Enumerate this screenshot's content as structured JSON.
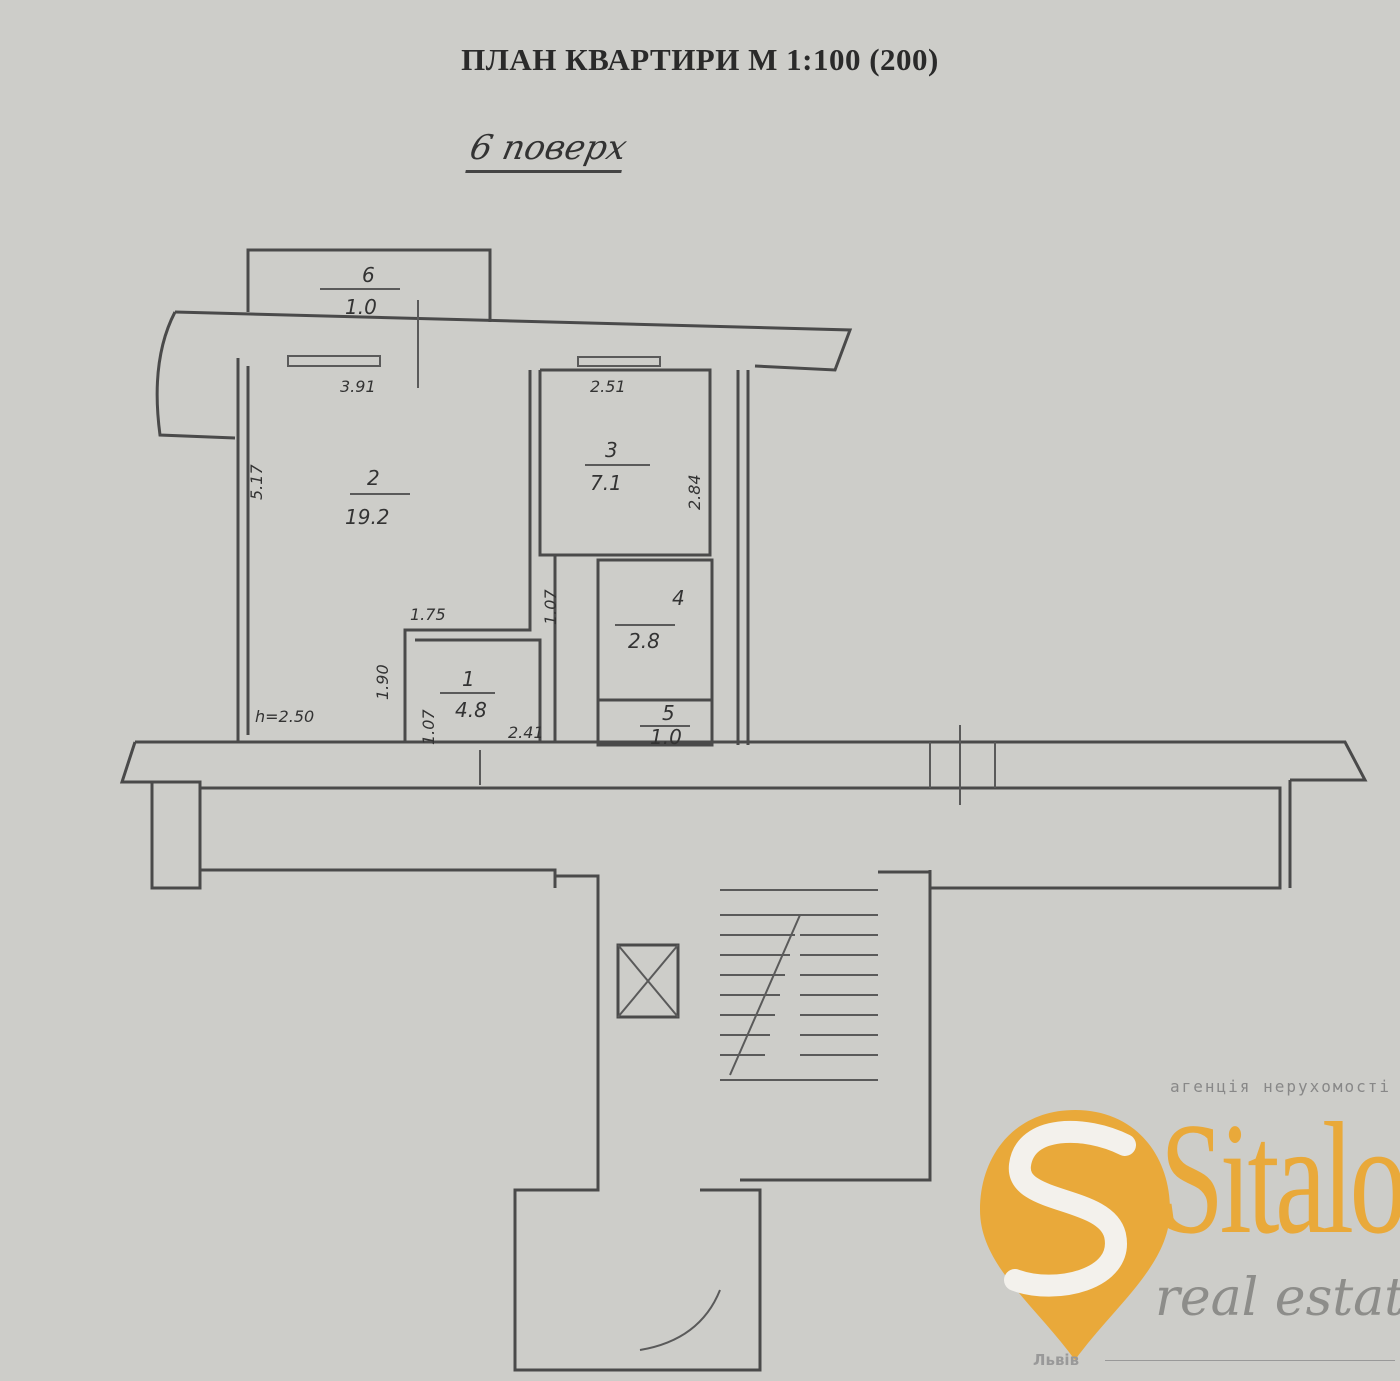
{
  "header": {
    "title": "ПЛАН КВАРТИРИ М 1:100 (200)",
    "floor_note": "6 поверх"
  },
  "rooms": [
    {
      "number": "1",
      "area": "4.8"
    },
    {
      "number": "2",
      "area": "19.2"
    },
    {
      "number": "3",
      "area": "7.1"
    },
    {
      "number": "4",
      "area": "2.8"
    },
    {
      "number": "5",
      "area": "1.0"
    },
    {
      "number": "6",
      "area": "1.0"
    }
  ],
  "dimensions": {
    "room2_width": "3.91",
    "room2_length": "5.17",
    "room3_width": "2.51",
    "room3_length": "2.84",
    "hall_width": "1.75",
    "hall_depth": "1.90",
    "corridor_width": "1.07",
    "entry_width": "1.07",
    "hall_length": "2.41",
    "ceiling_height": "h=2.50"
  },
  "logo": {
    "tagline": "агенція нерухомості",
    "name": "Sitalo",
    "subtitle": "real estate",
    "city": "Львів",
    "color": "#e9a93a"
  }
}
